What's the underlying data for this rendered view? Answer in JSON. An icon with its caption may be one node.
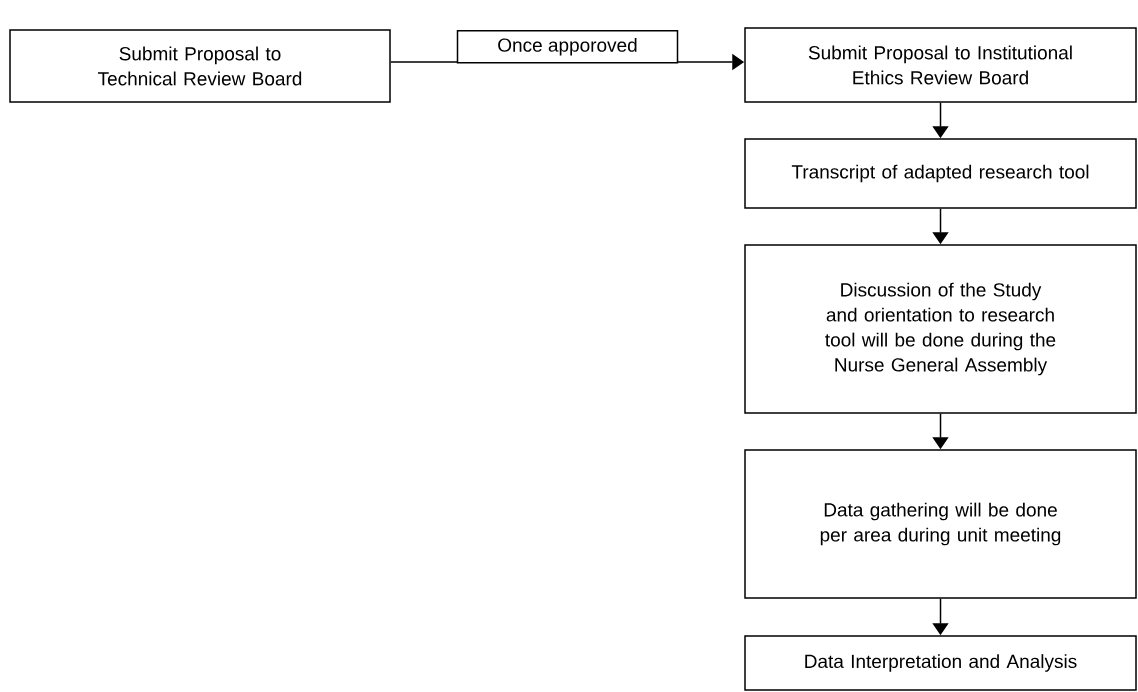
{
  "diagram": {
    "nodes": [
      {
        "text": [
          "Submit Proposal to Technical Review Board"
        ]
      },
      {
        "text": [
          "Submit Proposal to Institutional Ethics Review Board"
        ]
      },
      {
        "text": [
          "Transcript of adapted research tool"
        ]
      },
      {
        "text": [
          "Discussion of the Study and orientation to research tool will be done during the Nurse General Assembly"
        ]
      },
      {
        "text": [
          "Data gathering will be done per area during unit meeting"
        ]
      },
      {
        "text": [
          "Data Interpretation and Analysis"
        ]
      }
    ],
    "edges": [
      {
        "from": 0,
        "to": 1,
        "arrow": "to",
        "label": "Once apporoved"
      },
      {
        "from": 1,
        "to": 2,
        "arrow": "to"
      },
      {
        "from": 2,
        "to": 3,
        "arrow": "to"
      },
      {
        "from": 3,
        "to": 4,
        "arrow": "to"
      },
      {
        "from": 4,
        "to": 5,
        "arrow": "to"
      }
    ]
  }
}
